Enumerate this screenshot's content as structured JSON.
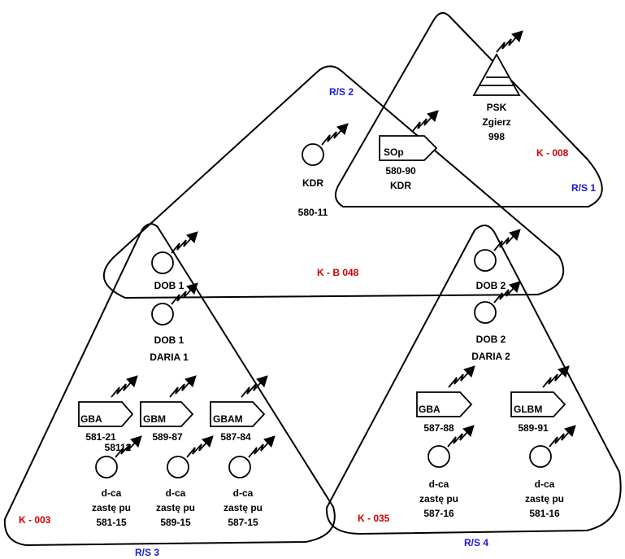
{
  "colors": {
    "net_label": "#cc0000",
    "rs_label": "#1a1acc",
    "line": "#000000"
  },
  "zones": {
    "rs1": {
      "rs": "R/S 1",
      "net": "K -  008"
    },
    "rs2": {
      "rs": "R/S 2",
      "net": "K - B 048"
    },
    "rs3": {
      "rs": "R/S 3",
      "net": "K -  003"
    },
    "rs4": {
      "rs": "R/S 4",
      "net": "K - 035"
    }
  },
  "stations": {
    "psk": {
      "icon": "fixed-station-triangle-icon",
      "line1": "PSK",
      "line2": "Zgierz",
      "line3": "998"
    },
    "sop": {
      "icon": "vehicle-radio-icon",
      "tag": "SOp",
      "line1": "580-90",
      "line2": "KDR"
    },
    "kdr": {
      "icon": "handheld-radio-icon",
      "line1": "KDR",
      "line2": "580-11"
    },
    "dob1_top": {
      "icon": "handheld-radio-icon",
      "line1": "DOB 1"
    },
    "dob1": {
      "icon": "handheld-radio-icon",
      "line1": "DOB 1",
      "line2": "DARIA 1"
    },
    "dob2_top": {
      "icon": "handheld-radio-icon",
      "line1": "DOB 2"
    },
    "dob2": {
      "icon": "handheld-radio-icon",
      "line1": "DOB 2",
      "line2": "DARIA 2"
    },
    "gba3": {
      "icon": "vehicle-radio-icon",
      "tag": "GBA",
      "line1": "581-21",
      "line2": "58112"
    },
    "gbm3": {
      "icon": "vehicle-radio-icon",
      "tag": "GBM",
      "line1": "589-87"
    },
    "gbam3": {
      "icon": "vehicle-radio-icon",
      "tag": "GBAM",
      "line1": "587-84"
    },
    "dca3a": {
      "icon": "handheld-radio-icon",
      "line1": "d-ca",
      "line2": "zastę pu",
      "line3": "581-15"
    },
    "dca3b": {
      "icon": "handheld-radio-icon",
      "line1": "d-ca",
      "line2": "zastę pu",
      "line3": "589-15"
    },
    "dca3c": {
      "icon": "handheld-radio-icon",
      "line1": "d-ca",
      "line2": "zastę pu",
      "line3": "587-15"
    },
    "gba4": {
      "icon": "vehicle-radio-icon",
      "tag": "GBA",
      "line1": "587-88"
    },
    "glbm4": {
      "icon": "vehicle-radio-icon",
      "tag": "GLBM",
      "line1": "589-91"
    },
    "dca4a": {
      "icon": "handheld-radio-icon",
      "line1": "d-ca",
      "line2": "zastę pu",
      "line3": "587-16"
    },
    "dca4b": {
      "icon": "handheld-radio-icon",
      "line1": "d-ca",
      "line2": "zastę pu",
      "line3": "581-16"
    }
  }
}
